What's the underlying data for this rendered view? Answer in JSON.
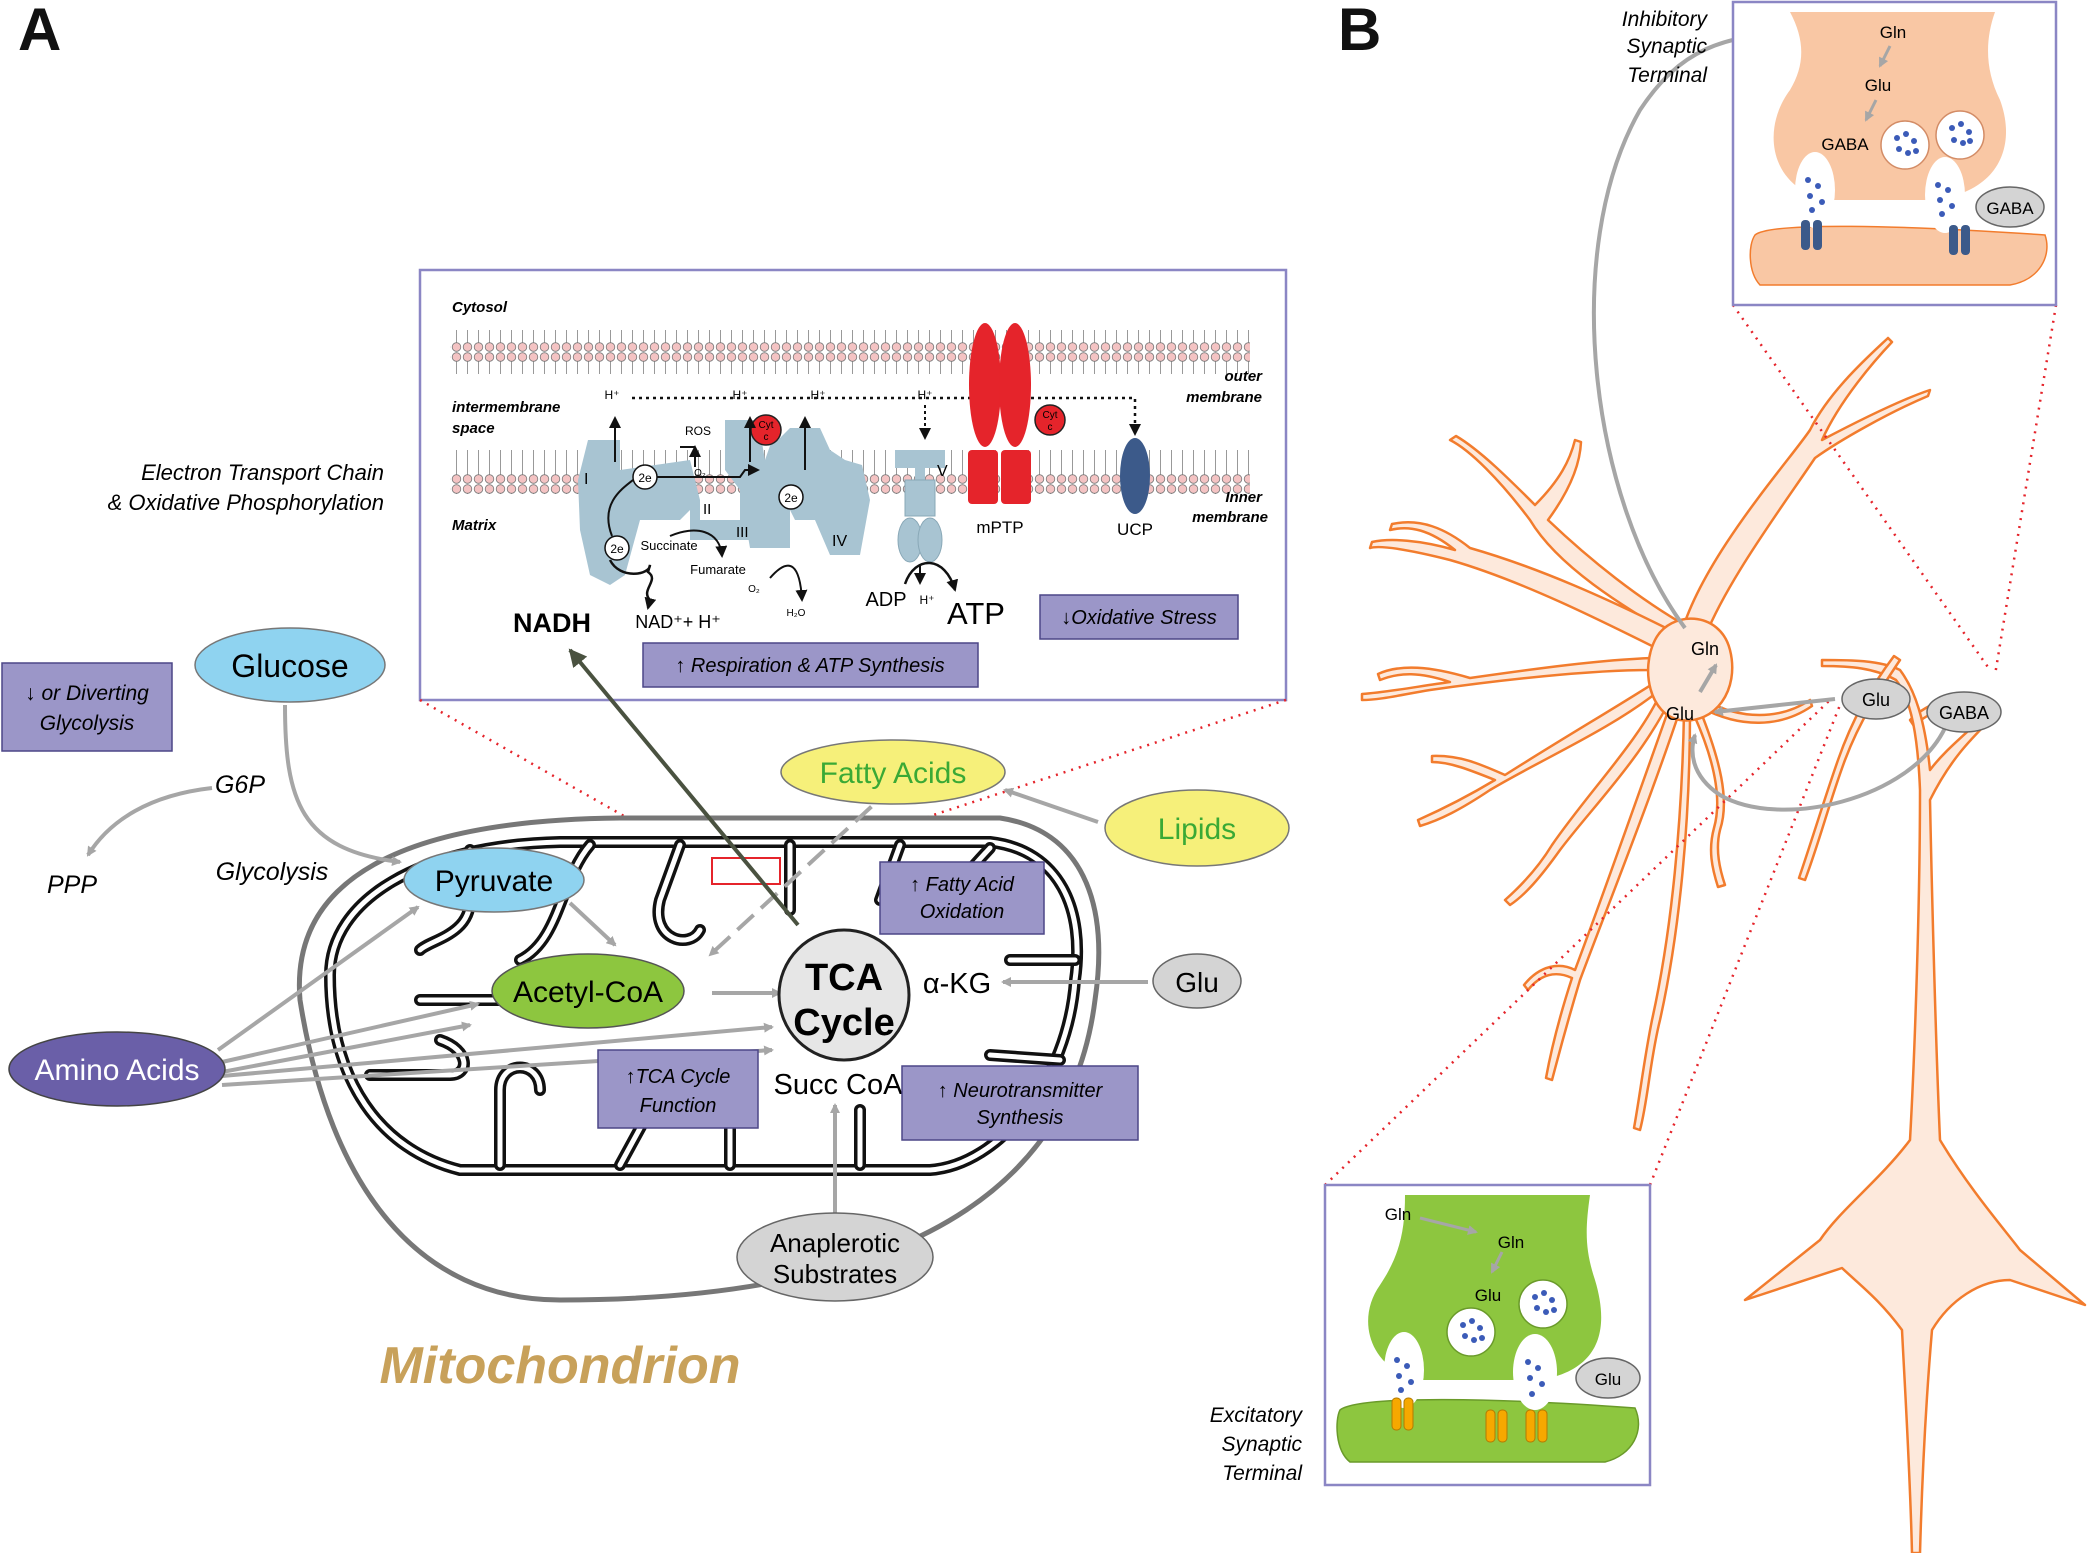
{
  "panels": {
    "a_label": "A",
    "b_label": "B"
  },
  "mito": {
    "title": "Mitochondrion",
    "glucose": "Glucose",
    "g6p": "G6P",
    "ppp": "PPP",
    "glycolysis": "Glycolysis",
    "pyruvate": "Pyruvate",
    "acetyl_coa": "Acetyl-CoA",
    "amino_acids": "Amino Acids",
    "tca_line1": "TCA",
    "tca_line2": "Cycle",
    "akg": "α-KG",
    "succ_coa": "Succ CoA",
    "glu": "Glu",
    "fatty_acids": "Fatty Acids",
    "lipids": "Lipids",
    "anaplerotic_line1": "Anaplerotic",
    "anaplerotic_line2": "Substrates",
    "etc_line1": "Electron Transport Chain",
    "etc_line2": "& Oxidative Phosphorylation",
    "box_glycolysis_l1": "↓ or Diverting",
    "box_glycolysis_l2": "Glycolysis",
    "box_fao_l1": "↑ Fatty Acid",
    "box_fao_l2": "Oxidation",
    "box_tca_l1": "↑TCA Cycle",
    "box_tca_l2": "Function",
    "box_nt_l1": "↑ Neurotransmitter",
    "box_nt_l2": "Synthesis"
  },
  "etc": {
    "cytosol": "Cytosol",
    "intermembrane_l1": "intermembrane",
    "intermembrane_l2": "space",
    "matrix": "Matrix",
    "outer_l1": "outer",
    "outer_l2": "membrane",
    "inner_l1": "Inner",
    "inner_l2": "membrane",
    "complex_1": "I",
    "complex_2": "II",
    "complex_3": "III",
    "complex_4": "IV",
    "complex_5": "V",
    "mptp": "mPTP",
    "ucp": "UCP",
    "electrons": "2e",
    "h_plus": "H⁺",
    "ros": "ROS",
    "o2": "O₂",
    "h2o": "H₂O",
    "succinate": "Succinate",
    "fumarate": "Fumarate",
    "nadh": "NADH",
    "nad": "NAD⁺+ H⁺",
    "adp": "ADP",
    "atp": "ATP",
    "cyt_l1": "Cyt",
    "cyt_l2": "c",
    "box_resp": "↑ Respiration & ATP Synthesis",
    "box_ox": "↓Oxidative Stress"
  },
  "neuron": {
    "inhib_l1": "Inhibitory",
    "inhib_l2": "Synaptic",
    "inhib_l3": "Terminal",
    "excit_l1": "Excitatory",
    "excit_l2": "Synaptic",
    "excit_l3": "Terminal",
    "gln": "Gln",
    "glu": "Glu",
    "gaba": "GABA"
  },
  "colors": {
    "box_fill": "#9b96c8",
    "box_stroke": "#4c4687",
    "glucose_blue": "#8fd3f0",
    "acetyl_green": "#8dc63f",
    "amino_purple": "#6a5fa8",
    "lipid_yellow": "#f6f07a",
    "lipid_text": "#3aa935",
    "grey_oval": "#d4d4d4",
    "protein_blue": "#a8c4d2",
    "mptp_red": "#e5242b",
    "ucp_navy": "#3c5a8a",
    "neuron_orange": "#f27c2d",
    "neuron_fill": "#fde9dc",
    "inhib_fill": "#f9c7a4",
    "excit_fill": "#8dc63f",
    "mito_title": "#c8a15a",
    "frame_purple": "#8b86c4"
  }
}
